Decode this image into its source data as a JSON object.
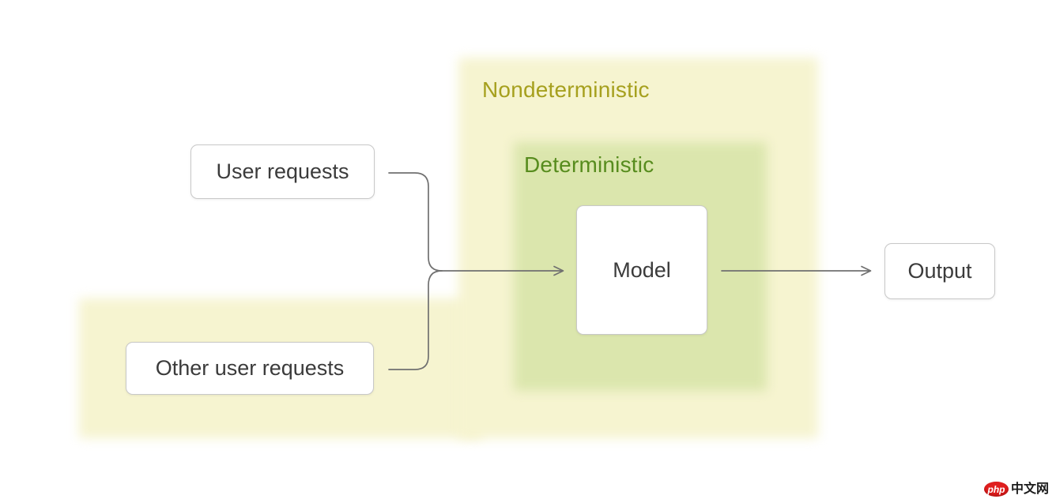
{
  "diagram": {
    "regions": {
      "nondeterministic": {
        "label": "Nondeterministic",
        "fill": "#f6f4d0",
        "label_color": "#a6a01e"
      },
      "deterministic": {
        "label": "Deterministic",
        "fill": "#dbe6ad",
        "label_color": "#578c1e"
      },
      "other_requests_area": {
        "fill": "#f6f4d0"
      }
    },
    "nodes": {
      "user_requests": {
        "label": "User requests"
      },
      "other_user_requests": {
        "label": "Other user requests"
      },
      "model": {
        "label": "Model"
      },
      "output": {
        "label": "Output"
      }
    },
    "edges": {
      "line_color": "#707070",
      "flow": "User requests + Other user requests -> Model -> Output"
    }
  },
  "watermark": {
    "badge": "php",
    "text": "中文网",
    "badge_color": "#e01e1e",
    "text_color": "#1c1c1c"
  }
}
